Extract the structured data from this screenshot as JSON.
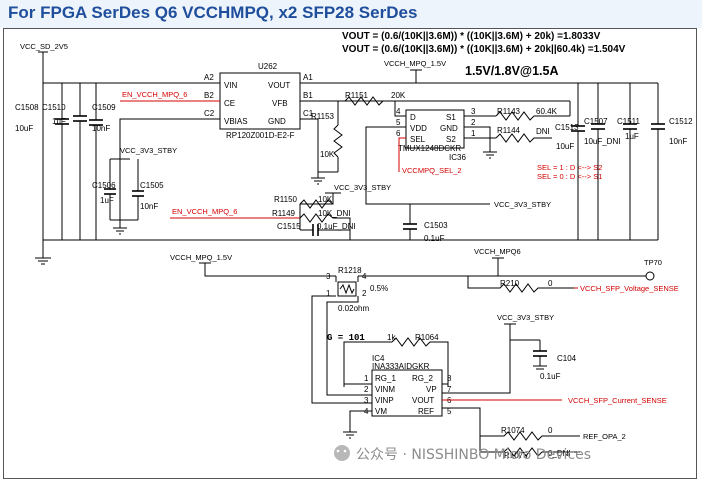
{
  "title": "For FPGA SerDes Q6 VCCHMPQ, x2 SFP28 SerDes",
  "equations": {
    "line1": "VOUT = (0.6/(10K||3.6M)) * ((10K||3.6M) + 20k) =1.8033V",
    "line2": "VOUT = (0.6/(10K||3.6M)) * ((10K||3.6M) + 20k||60.4k) =1.504V"
  },
  "output_rating": "1.5V/1.8V@1.5A",
  "nets": {
    "vcc_sd": "VCC_SD_2V5",
    "vcc_mpq_top": "VCCH_MPQ_1.5V",
    "en_vcch_1": "EN_VCCH_MPQ_6",
    "en_vcch_2": "EN_VCCH_MPQ_6",
    "vcc_3v3_1": "VCC_3V3_STBY",
    "vcc_3v3_2": "VCC_3V3_STBY",
    "vcc_3v3_3": "VCC_3V3_STBY",
    "vcc_3v3_4": "VCC_3V3_STBY",
    "vccmpq_sel": "VCCMPQ_SEL_2",
    "vcch_mpq_15": "VCCH_MPQ_1.5V",
    "vcch_mpq6": "VCCH_MPQ6",
    "tp": "TP70",
    "sense_voltage": "VCCH_SFP_Voltage_SENSE",
    "sense_current": "VCCH_SFP_Current_SENSE",
    "ref_opa": "REF_OPA_2"
  },
  "sel_notes": {
    "line1": "SEL = 1 : D <--> S2",
    "line2": "SEL = 0 : D <--> S1"
  },
  "gain_note": "G = 101",
  "u262": {
    "ref": "U262",
    "part": "RP120Z001D-E2-F",
    "pins": {
      "vin": "VIN",
      "ce": "CE",
      "vbias": "VBIAS",
      "vout": "VOUT",
      "vfb": "VFB",
      "gnd": "GND",
      "a2": "A2",
      "b2": "B2",
      "c2": "C2",
      "a1": "A1",
      "b1": "B1",
      "c1": "C1"
    }
  },
  "ic36": {
    "ref": "IC36",
    "part": "TMUX1248DCKR",
    "pins": {
      "d": "D",
      "vdd": "VDD",
      "sel": "SEL",
      "s1": "S1",
      "gnd": "GND",
      "s2": "S2",
      "n4": "4",
      "n5": "5",
      "n6": "6",
      "n3": "3",
      "n2": "2",
      "n1": "1"
    }
  },
  "ic4": {
    "ref": "IC4",
    "part": "INA333AIDGKR",
    "pins": {
      "rg1": "RG_1",
      "vinm": "VINM",
      "vinp": "VINP",
      "vm": "VM",
      "rg2": "RG_2",
      "vp": "VP",
      "vout": "VOUT",
      "ref": "REF",
      "n1": "1",
      "n2": "2",
      "n3": "3",
      "n4": "4",
      "n8": "8",
      "n7": "7",
      "n6": "6",
      "n5": "5"
    }
  },
  "components": {
    "c1508": {
      "ref": "C1508",
      "value": "10uF"
    },
    "c1510": {
      "ref": "C1510",
      "value": "1uF"
    },
    "c1509": {
      "ref": "C1509",
      "value": "10nF"
    },
    "c1506": {
      "ref": "C1506",
      "value": "1uF"
    },
    "c1505": {
      "ref": "C1505",
      "value": "10nF"
    },
    "r1151": {
      "ref": "R1151",
      "value": "20K"
    },
    "r1153": {
      "ref": "R1153",
      "value": "10K"
    },
    "r1143": {
      "ref": "R1143",
      "value": "60.4K"
    },
    "r1144": {
      "ref": "R1144",
      "value": "DNI"
    },
    "c1513": {
      "ref": "C1513",
      "value": "10uF"
    },
    "c1507": {
      "ref": "C1507",
      "value": "10uF_DNI"
    },
    "c1511": {
      "ref": "C1511",
      "value": "1uF"
    },
    "c1512": {
      "ref": "C1512",
      "value": "10nF"
    },
    "r1150": {
      "ref": "R1150",
      "value": "10K"
    },
    "r1149": {
      "ref": "R1149",
      "value": "10K_DNI"
    },
    "c1515": {
      "ref": "C1515",
      "value": "0.1uF_DNI"
    },
    "c1503": {
      "ref": "C1503",
      "value": "0.1uF"
    },
    "r1218": {
      "ref": "R1218",
      "value": "0.02ohm",
      "tolerance": "0.5%",
      "p1": "1",
      "p2": "2",
      "p3": "3",
      "p4": "4"
    },
    "r210": {
      "ref": "R210",
      "value": "0"
    },
    "r1064": {
      "ref": "R1064",
      "value": "1k"
    },
    "c104": {
      "ref": "C104",
      "value": "0.1uF"
    },
    "r1074": {
      "ref": "R1074",
      "value": "0"
    },
    "r1075": {
      "ref": "R1075",
      "value": "0_DNI"
    }
  },
  "watermark": "公众号 · NISSHINBO Micro Devices"
}
